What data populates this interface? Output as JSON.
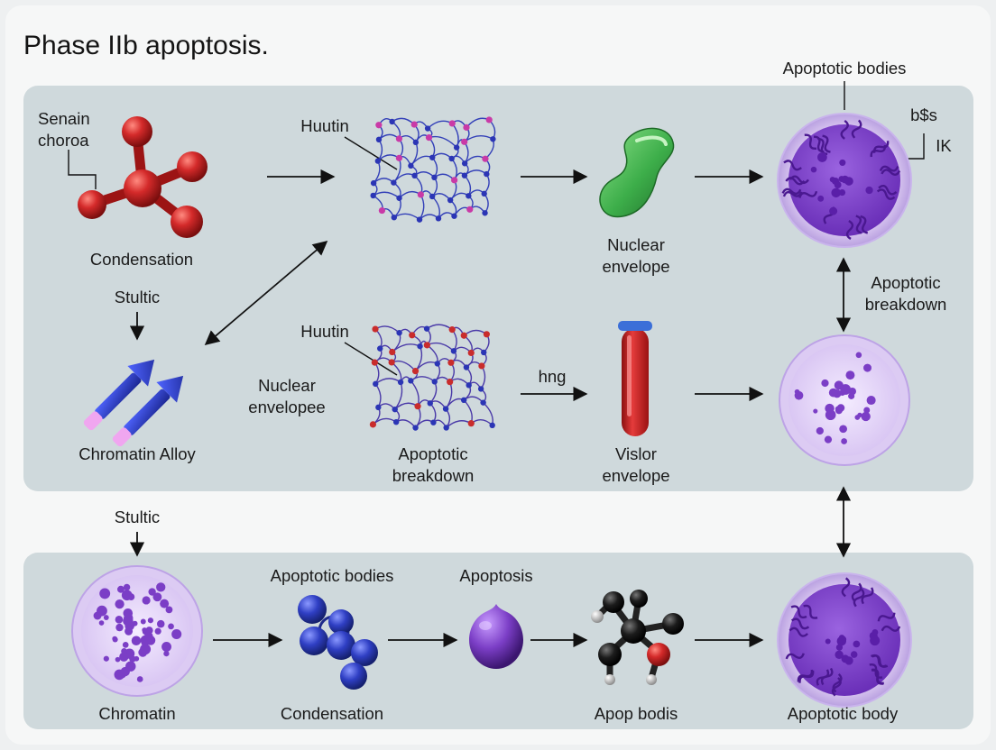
{
  "title": "Phase IIb apoptosis.",
  "labels": {
    "senain_choroa": "Senain\nchoroa",
    "condensation_top": "Condensation",
    "stultic_top": "Stultic",
    "chromatin_alloy": "Chromatin Alloy",
    "huutin_top": "Huutin",
    "huutin_mid": "Huutin",
    "nuclear_envelopee": "Nuclear\nenvelopee",
    "apoptotic_breakdown_mid": "Apoptotic\nbreakdown",
    "nuclear_envelope": "Nuclear\nenvelope",
    "hng": "hng",
    "vislor_envelope": "Vislor\nenvelope",
    "apoptotic_bodies_top": "Apoptotic bodies",
    "bss": "b$s",
    "ik": "IK",
    "apoptotic_breakdown_right": "Apoptotic\nbreakdown",
    "stultic_bottom": "Stultic",
    "chromatin": "Chromatin",
    "apoptotic_bodies_bottom": "Apoptotic bodies",
    "condensation_bottom": "Condensation",
    "apoptosis": "Apoptosis",
    "apop_bodis": "Apop bodis",
    "apoptotic_body": "Apoptotic body"
  },
  "colors": {
    "panel": "#cfd9dc",
    "red_atom": "#d42a2a",
    "network_blue": "#2b35b5",
    "network_pink": "#c93aa7",
    "network_red": "#c92c2c",
    "green_envelope": "#3dae4a",
    "purple_cell": "#7b3ec6",
    "blue_sphere": "#2f3fc4",
    "black_atom": "#1c1c1c"
  },
  "icons": [
    "red-molecule-icon",
    "blue-pink-network-icon",
    "red-blue-network-icon",
    "green-nuclear-envelope-icon",
    "red-test-tube-icon",
    "blue-arrows-icon",
    "purple-apoptotic-cell-icon",
    "purple-dotted-cell-icon",
    "blue-sphere-cluster-icon",
    "purple-droplet-icon",
    "black-molecule-icon"
  ]
}
